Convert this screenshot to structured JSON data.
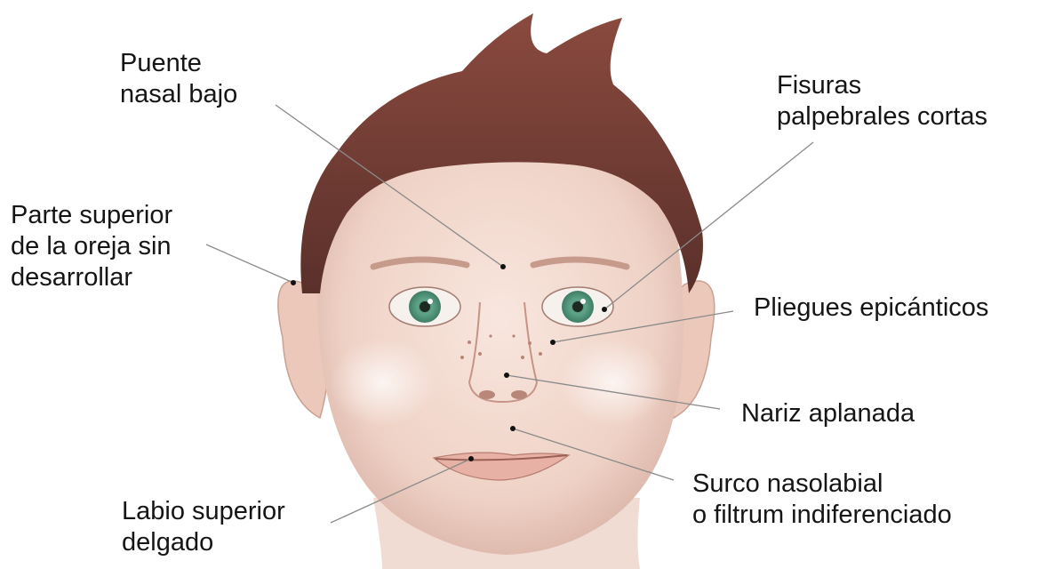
{
  "labels": {
    "puente_nasal": "Puente\nnasal bajo",
    "fisuras": "Fisuras\npalpebrales cortas",
    "parte_superior_oreja": "Parte superior\nde la oreja sin\ndesarrollar",
    "pliegues": "Pliegues epicánticos",
    "nariz": "Nariz aplanada",
    "surco": "Surco nasolabial\no filtrum indiferenciado",
    "labio": "Labio superior\ndelgado"
  },
  "colors": {
    "text": "#151515",
    "leader_line": "#8a8a8a",
    "skin": "#f2d9cf",
    "hair": "#6b3a33",
    "iris": "#5fa58a"
  },
  "illustration": {
    "subject": "child-face-illustration"
  }
}
